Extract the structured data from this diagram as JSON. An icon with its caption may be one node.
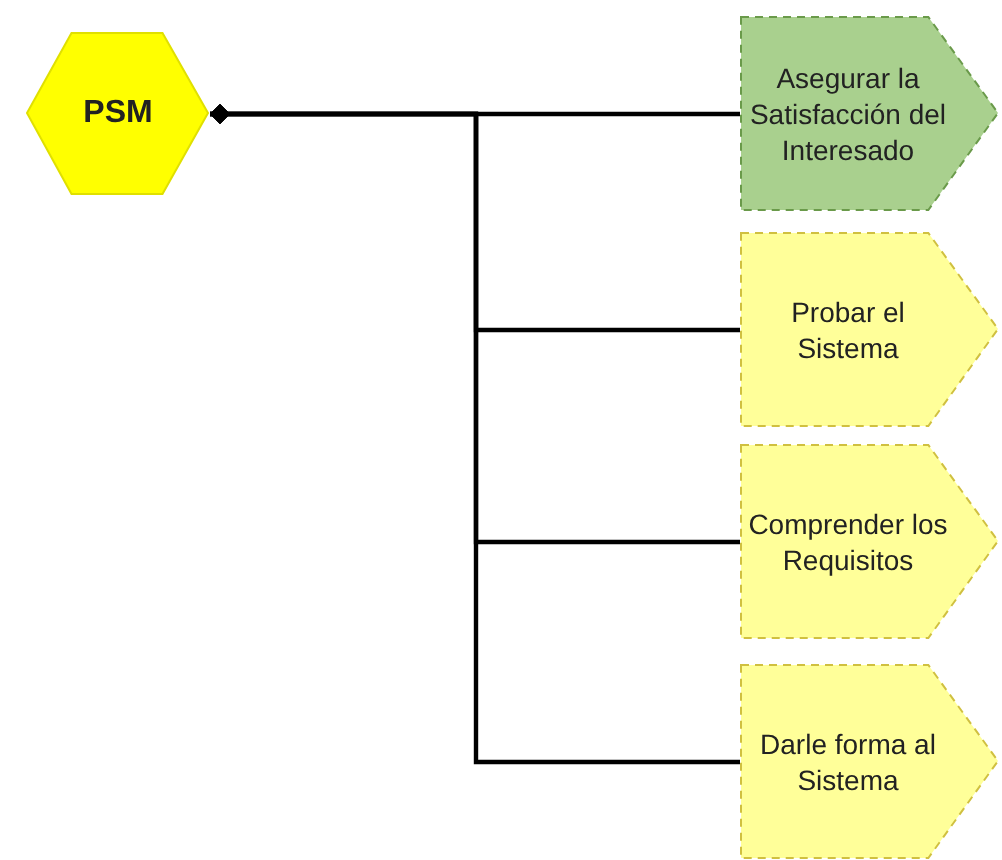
{
  "diagram": {
    "nodes": [
      {
        "text": [
          "PSM"
        ]
      },
      {
        "text": [
          "Asegurar la Satisfacción del Interesado"
        ]
      },
      {
        "text": [
          "Probar el Sistema"
        ]
      },
      {
        "text": [
          "Comprender los Requisitos"
        ]
      },
      {
        "text": [
          "Darle forma al Sistema"
        ]
      }
    ],
    "edges": [
      {
        "from": 0,
        "to": 1,
        "arrow": "other"
      },
      {
        "from": 0,
        "to": 2,
        "arrow": "other"
      },
      {
        "from": 0,
        "to": 3,
        "arrow": "other"
      },
      {
        "from": 0,
        "to": 4,
        "arrow": "other"
      }
    ]
  }
}
